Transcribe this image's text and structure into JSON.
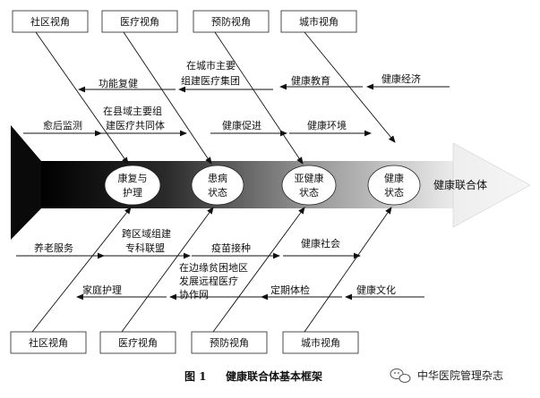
{
  "top_perspectives": [
    "社区视角",
    "医疗视角",
    "预防视角",
    "城市视角"
  ],
  "bottom_perspectives": [
    "社区视角",
    "医疗视角",
    "预防视角",
    "城市视角"
  ],
  "states": [
    {
      "line1": "康复与",
      "line2": "护理"
    },
    {
      "line1": "患病",
      "line2": "状态"
    },
    {
      "line1": "亚健康",
      "line2": "状态"
    },
    {
      "line1": "健康",
      "line2": "状态"
    }
  ],
  "arrow_head_label": "健康联合体",
  "top_labels": {
    "health_economy": "健康经济",
    "health_education": "健康教育",
    "city_group_line1": "在城市主要",
    "city_group_line2": "组建医疗集团",
    "rehab": "功能复健",
    "county_line1": "在县域主要组",
    "county_line2": "建医疗共同体",
    "post_cure": "愈后监测",
    "health_promotion": "健康促进",
    "health_environment": "健康环境"
  },
  "bottom_labels": {
    "elderly_service": "养老服务",
    "cross_region_line1": "跨区域组建",
    "cross_region_line2": "专科联盟",
    "vaccination": "疫苗接种",
    "healthy_society": "健康社会",
    "remote_line1": "在边缘贫困地区",
    "remote_line2": "发展远程医疗",
    "remote_line3": "协作网",
    "family_care": "家庭护理",
    "regular_checkup": "定期体检",
    "health_culture": "健康文化"
  },
  "caption": {
    "fig": "图 1",
    "title": "健康联合体基本框架"
  },
  "watermark": "中华医院管理杂志"
}
